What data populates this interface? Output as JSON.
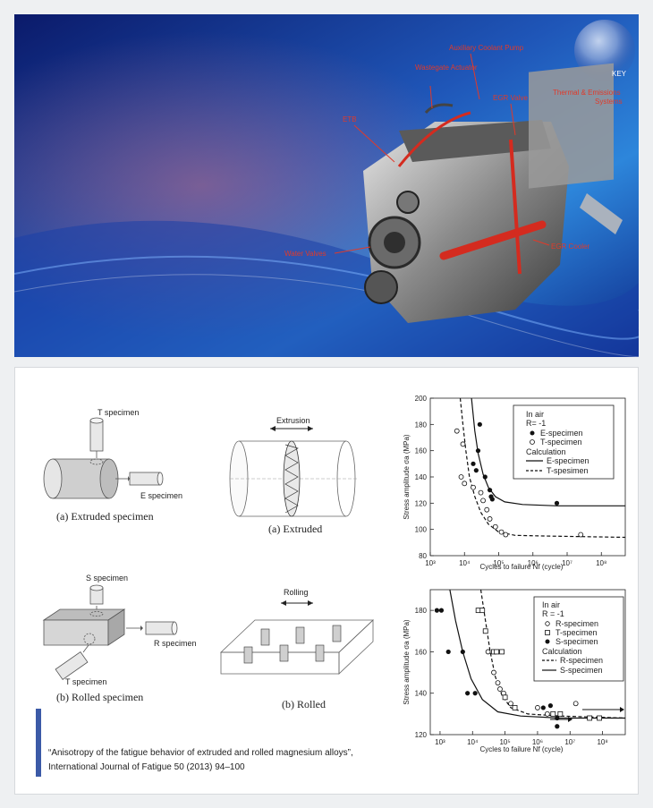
{
  "engine_image": {
    "labels": {
      "auxiliary_coolant_pump": "Auxiliary Coolant Pump",
      "wastegate_actuator": "Wastegate Actuator",
      "egr_valve": "EGR Valve",
      "etb": "ETB",
      "egr_cooler": "EGR Cooler",
      "water_valves": "Water Valves"
    },
    "key": {
      "title": "KEY",
      "line1": "Thermal & Emissions",
      "line2": "Systems"
    },
    "colors": {
      "bg_dark": "#0a1a6e",
      "bg_light": "#2f7fd8",
      "accent_red": "#e03a2a"
    }
  },
  "figure": {
    "top_left_illustration": {
      "t_specimen": "T specimen",
      "e_specimen": "E specimen",
      "caption": "(a) Extruded specimen"
    },
    "top_mid_illustration": {
      "title": "Extrusion",
      "caption": "(a) Extruded"
    },
    "bottom_left_illustration": {
      "s_specimen": "S specimen",
      "r_specimen": "R specimen",
      "t_specimen": "T specimen",
      "caption": "(b) Rolled specimen"
    },
    "bottom_mid_illustration": {
      "title": "Rolling",
      "caption": "(b) Rolled"
    }
  },
  "chart_data": [
    {
      "type": "scatter",
      "ylabel": "Stress amplitude σa (MPa)",
      "xlabel": "Cycles to failure Nf (cycle)",
      "x_scale": "log",
      "xlim": [
        1000,
        500000000
      ],
      "ylim": [
        80,
        200
      ],
      "y_ticks": [
        "80",
        "100",
        "120",
        "140",
        "160",
        "180",
        "200"
      ],
      "x_ticks": [
        "10³",
        "10⁴",
        "10⁵",
        "10⁶",
        "10⁷",
        "10⁸"
      ],
      "x_tick_values": [
        1000,
        10000,
        100000,
        1000000,
        10000000,
        100000000
      ],
      "y_tick_values": [
        80,
        100,
        120,
        140,
        160,
        180,
        200
      ],
      "legend": {
        "header1": "In air",
        "header2": "R= -1",
        "entry1": "E-specimen",
        "entry2": "T-specimen",
        "calc": "Calculation",
        "entry3": "E-specimen",
        "entry4": "T-spesimen"
      },
      "series": [
        {
          "name": "E-specimen",
          "marker": "filled",
          "points": [
            [
              28000,
              180
            ],
            [
              25000,
              160
            ],
            [
              18000,
              150
            ],
            [
              22000,
              145
            ],
            [
              40000,
              140
            ],
            [
              55000,
              130
            ],
            [
              60000,
              125
            ],
            [
              65000,
              123
            ],
            [
              5000000,
              120
            ]
          ]
        },
        {
          "name": "T-specimen",
          "marker": "open",
          "points": [
            [
              6000,
              175
            ],
            [
              9000,
              165
            ],
            [
              8000,
              140
            ],
            [
              10000,
              135
            ],
            [
              18000,
              132
            ],
            [
              30000,
              128
            ],
            [
              35000,
              122
            ],
            [
              45000,
              115
            ],
            [
              55000,
              108
            ],
            [
              80000,
              102
            ],
            [
              120000,
              98
            ],
            [
              160000,
              96
            ],
            [
              25000000,
              96
            ]
          ]
        }
      ],
      "curves": [
        {
          "name": "E-specimen",
          "style": "solid",
          "points": [
            [
              16000,
              200
            ],
            [
              20000,
              175
            ],
            [
              25000,
              158
            ],
            [
              35000,
              142
            ],
            [
              50000,
              132
            ],
            [
              80000,
              125
            ],
            [
              150000,
              121
            ],
            [
              500000,
              119
            ],
            [
              5000000,
              118
            ],
            [
              500000000,
              118
            ]
          ]
        },
        {
          "name": "T-spesimen",
          "style": "dashed",
          "points": [
            [
              7500,
              200
            ],
            [
              9000,
              180
            ],
            [
              11000,
              160
            ],
            [
              14000,
              140
            ],
            [
              20000,
              125
            ],
            [
              30000,
              113
            ],
            [
              50000,
              104
            ],
            [
              100000,
              98
            ],
            [
              300000,
              95.5
            ],
            [
              2000000,
              95
            ],
            [
              500000000,
              94
            ]
          ]
        }
      ]
    },
    {
      "type": "scatter",
      "ylabel": "Stress amplitude σa (MPa)",
      "xlabel": "Cycles to failure Nf (cycle)",
      "x_scale": "log",
      "xlim": [
        500,
        500000000
      ],
      "ylim": [
        120,
        190
      ],
      "y_ticks": [
        "120",
        "140",
        "160",
        "180"
      ],
      "x_ticks": [
        "10³",
        "10⁴",
        "10⁵",
        "10⁶",
        "10⁷",
        "10⁸"
      ],
      "x_tick_values": [
        1000,
        10000,
        100000,
        1000000,
        10000000,
        100000000
      ],
      "y_tick_values": [
        120,
        140,
        160,
        180
      ],
      "legend": {
        "header1": "In air",
        "header2": "R = -1",
        "entry1": "R-specimen",
        "entry2": "T-specimen",
        "entry3": "S-specimen",
        "calc": "Calculation",
        "entry4": "R-specimen",
        "entry5": "S-specimen"
      },
      "series": [
        {
          "name": "R-specimen",
          "marker": "open-circle",
          "points": [
            [
              20000,
              180
            ],
            [
              25000,
              170
            ],
            [
              30000,
              160
            ],
            [
              45000,
              150
            ],
            [
              60000,
              145
            ],
            [
              70000,
              142
            ],
            [
              90000,
              140
            ],
            [
              150000,
              135
            ],
            [
              1000000,
              133
            ],
            [
              2000000,
              130
            ],
            [
              15000000,
              135
            ]
          ]
        },
        {
          "name": "T-specimen",
          "marker": "open-square",
          "points": [
            [
              15000,
              180
            ],
            [
              20000,
              180
            ],
            [
              25000,
              170
            ],
            [
              45000,
              160
            ],
            [
              55000,
              160
            ],
            [
              80000,
              160
            ],
            [
              100000,
              138
            ],
            [
              200000,
              133
            ],
            [
              3000000,
              130
            ],
            [
              5000000,
              130
            ],
            [
              40000000,
              128
            ],
            [
              80000000,
              128
            ]
          ]
        },
        {
          "name": "S-specimen",
          "marker": "filled",
          "points": [
            [
              800,
              180
            ],
            [
              1100,
              180
            ],
            [
              1800,
              160
            ],
            [
              5000,
              160
            ],
            [
              7000,
              140
            ],
            [
              12000,
              140
            ],
            [
              1500000,
              133
            ],
            [
              2500000,
              134
            ],
            [
              4000000,
              128
            ],
            [
              4000000,
              124
            ]
          ]
        }
      ],
      "curves": [
        {
          "name": "R-specimen",
          "style": "dashed",
          "points": [
            [
              18000,
              190
            ],
            [
              25000,
              175
            ],
            [
              35000,
              160
            ],
            [
              50000,
              148
            ],
            [
              80000,
              139
            ],
            [
              150000,
              133
            ],
            [
              500000,
              130
            ],
            [
              5000000,
              129
            ],
            [
              500000000,
              128
            ]
          ]
        },
        {
          "name": "S-specimen",
          "style": "solid",
          "points": [
            [
              2000,
              190
            ],
            [
              3000,
              175
            ],
            [
              5000,
              160
            ],
            [
              9000,
              147
            ],
            [
              20000,
              137
            ],
            [
              60000,
              131
            ],
            [
              300000,
              129
            ],
            [
              5000000,
              128
            ],
            [
              500000000,
              128
            ]
          ]
        }
      ]
    }
  ],
  "citation": {
    "line1": "“Anisotropy of the fatigue behavior of extruded and rolled magnesium alloys”,",
    "line2": "International Journal of Fatigue 50 (2013) 94–100"
  }
}
